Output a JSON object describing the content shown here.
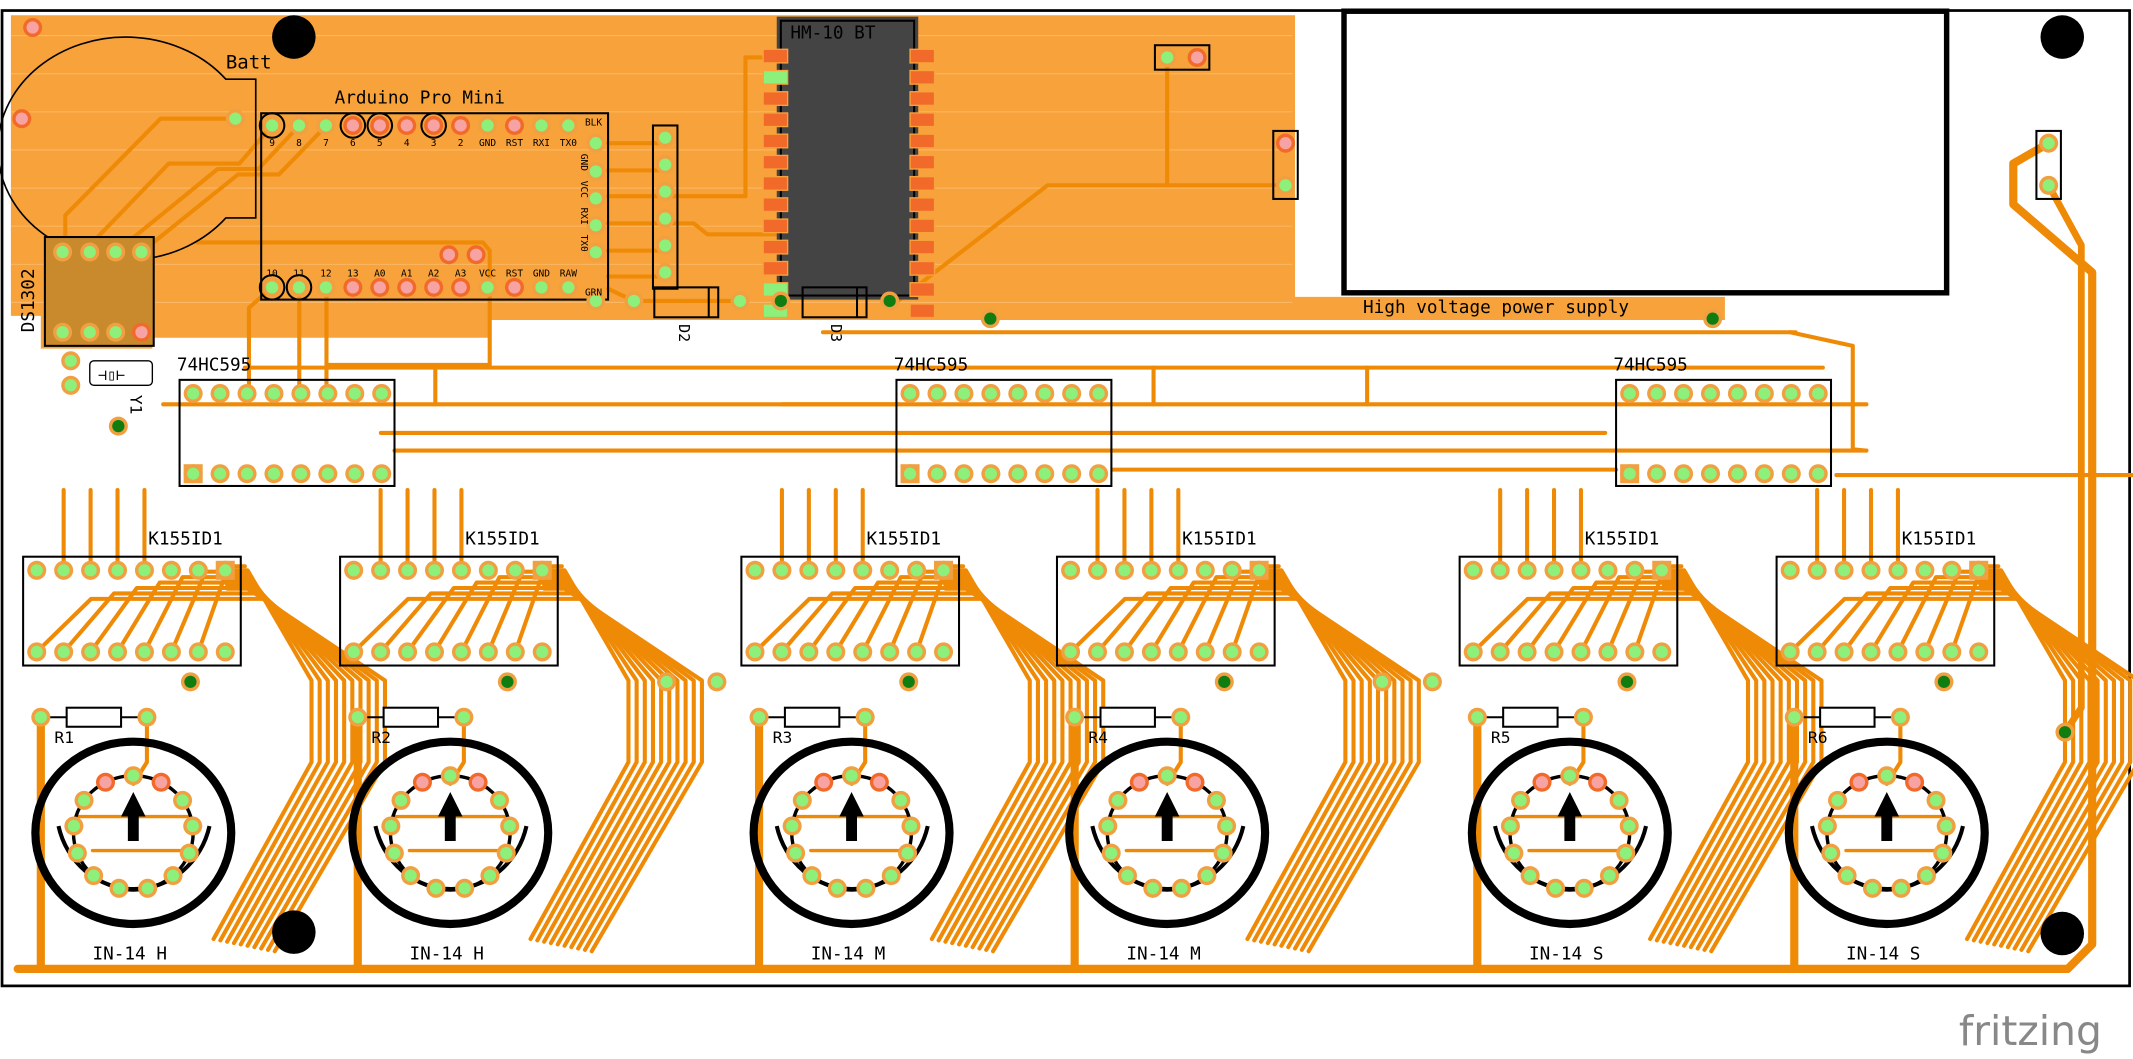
{
  "app": {
    "name": "Fritzing",
    "view": "PCB view",
    "watermark": "fritzing"
  },
  "colors": {
    "copper_top": "#f7a23a",
    "trace": "#ef8a06",
    "pad_green": "#8cf07a",
    "pad_green_dark": "#0f7d10",
    "pad_red": "#f8a3a3",
    "pad_ring": "#f0a040",
    "silkscreen": "#000000",
    "chip_body": "#c98a2e",
    "bt_body": "#444444",
    "background": "#ffffff"
  },
  "components": {
    "battery": {
      "label": "Batt"
    },
    "arduino": {
      "label": "Arduino Pro Mini",
      "top_pins": [
        "9",
        "8",
        "7",
        "6",
        "5",
        "4",
        "3",
        "2",
        "GND",
        "RST",
        "RXI",
        "TX0"
      ],
      "bottom_pins": [
        "10",
        "11",
        "12",
        "13",
        "A0",
        "A1",
        "A2",
        "A3",
        "VCC",
        "RST",
        "GND",
        "RAW"
      ],
      "side_pins": [
        "BLK",
        "GND",
        "VCC",
        "RXI",
        "TX0",
        "GRN"
      ]
    },
    "bluetooth": {
      "label": "HM-10 BT"
    },
    "rtc": {
      "label": "DS1302"
    },
    "crystal": {
      "label": "Y1",
      "symbol": "⊣▯⊢"
    },
    "diodes": [
      {
        "label": "D2"
      },
      {
        "label": "D3"
      }
    ],
    "hv_supply": {
      "label": "High voltage power supply"
    },
    "shift_registers": [
      {
        "label": "74HC595"
      },
      {
        "label": "74HC595"
      },
      {
        "label": "74HC595"
      }
    ],
    "decoders": [
      {
        "label": "K155ID1"
      },
      {
        "label": "K155ID1"
      },
      {
        "label": "K155ID1"
      },
      {
        "label": "K155ID1"
      },
      {
        "label": "K155ID1"
      },
      {
        "label": "K155ID1"
      }
    ],
    "resistors": [
      {
        "label": "R1"
      },
      {
        "label": "R2"
      },
      {
        "label": "R3"
      },
      {
        "label": "R4"
      },
      {
        "label": "R5"
      },
      {
        "label": "R6"
      }
    ],
    "tubes": [
      {
        "label": "IN-14 H"
      },
      {
        "label": "IN-14 H"
      },
      {
        "label": "IN-14 M"
      },
      {
        "label": "IN-14 M"
      },
      {
        "label": "IN-14 S"
      },
      {
        "label": "IN-14 S"
      }
    ]
  }
}
